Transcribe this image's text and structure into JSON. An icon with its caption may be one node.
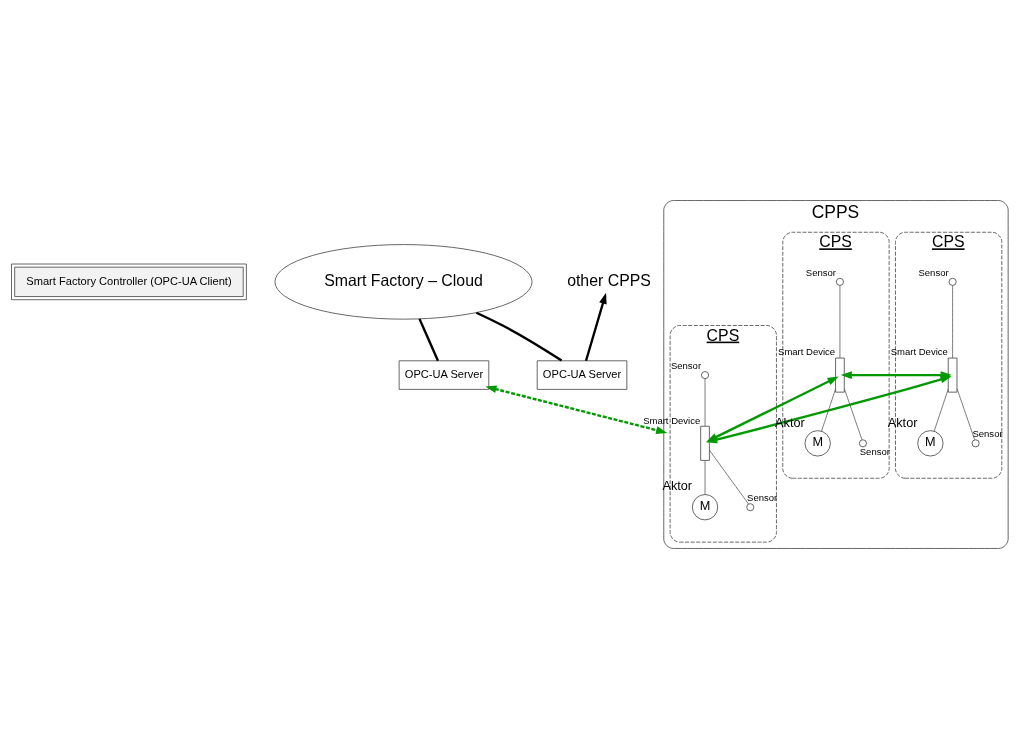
{
  "diagram": {
    "nodes": [
      {
        "text": [
          "Smart Factory Controller (OPC-UA Client)"
        ]
      },
      {
        "text": [
          "Smart Factory – Cloud"
        ]
      },
      {
        "text": [
          "OPC-UA Server"
        ]
      },
      {
        "text": [
          "OPC-UA Server"
        ]
      },
      {
        "text": [
          "other CPPS"
        ]
      },
      {
        "text": [
          "CPPS"
        ]
      },
      {
        "text": [
          "CPS"
        ],
        "in": 5
      },
      {
        "text": [],
        "shape": "bar",
        "beside": [
          "Smart Device"
        ],
        "in": 6
      },
      {
        "text": [],
        "shape": "circle",
        "beside": [
          "Sensor"
        ],
        "in": 6
      },
      {
        "text": [
          "M"
        ],
        "beside": [
          "Aktor"
        ],
        "in": 6
      },
      {
        "text": [],
        "shape": "circle",
        "beside": [
          "Sensor"
        ],
        "in": 6
      },
      {
        "text": [
          "CPS"
        ],
        "in": 5
      },
      {
        "text": [],
        "shape": "bar",
        "beside": [
          "Smart Device"
        ],
        "in": 11
      },
      {
        "text": [],
        "shape": "circle",
        "beside": [
          "Sensor"
        ],
        "in": 11
      },
      {
        "text": [
          "M"
        ],
        "beside": [
          "Aktor"
        ],
        "in": 11
      },
      {
        "text": [],
        "shape": "circle",
        "beside": [
          "Sensor"
        ],
        "in": 11
      },
      {
        "text": [
          "CPS"
        ],
        "in": 5
      },
      {
        "text": [],
        "shape": "bar",
        "beside": [
          "Smart Device"
        ],
        "in": 16
      },
      {
        "text": [],
        "shape": "circle",
        "beside": [
          "Sensor"
        ],
        "in": 16
      },
      {
        "text": [
          "M"
        ],
        "beside": [
          "Aktor"
        ],
        "in": 16
      },
      {
        "text": [],
        "shape": "circle",
        "beside": [
          "Sensor"
        ],
        "in": 16
      }
    ],
    "edges": [
      {
        "from": 1,
        "to": 2,
        "arrow": "none",
        "style": "thick",
        "color": "#000000"
      },
      {
        "from": 1,
        "to": 3,
        "arrow": "none",
        "style": "thick",
        "color": "#000000"
      },
      {
        "from": 3,
        "to": 4,
        "arrow": "to",
        "style": "thick",
        "color": "#000000"
      },
      {
        "from": 2,
        "to": 5,
        "arrow": "both",
        "style": "dashed",
        "color": "#009900"
      },
      {
        "from": 8,
        "to": 7,
        "arrow": "none"
      },
      {
        "from": 7,
        "to": 10,
        "arrow": "none"
      },
      {
        "from": 7,
        "to": 9,
        "arrow": "none"
      },
      {
        "from": 13,
        "to": 12,
        "arrow": "none"
      },
      {
        "from": 12,
        "to": 15,
        "arrow": "none"
      },
      {
        "from": 12,
        "to": 14,
        "arrow": "none"
      },
      {
        "from": 18,
        "to": 17,
        "arrow": "none"
      },
      {
        "from": 17,
        "to": 20,
        "arrow": "none"
      },
      {
        "from": 17,
        "to": 19,
        "arrow": "none"
      },
      {
        "from": 7,
        "to": 12,
        "arrow": "both",
        "style": "thick",
        "color": "#009900"
      },
      {
        "from": 7,
        "to": 17,
        "arrow": "both",
        "style": "thick",
        "color": "#009900"
      },
      {
        "from": 12,
        "to": 17,
        "arrow": "both",
        "style": "thick",
        "color": "#009900"
      }
    ]
  }
}
